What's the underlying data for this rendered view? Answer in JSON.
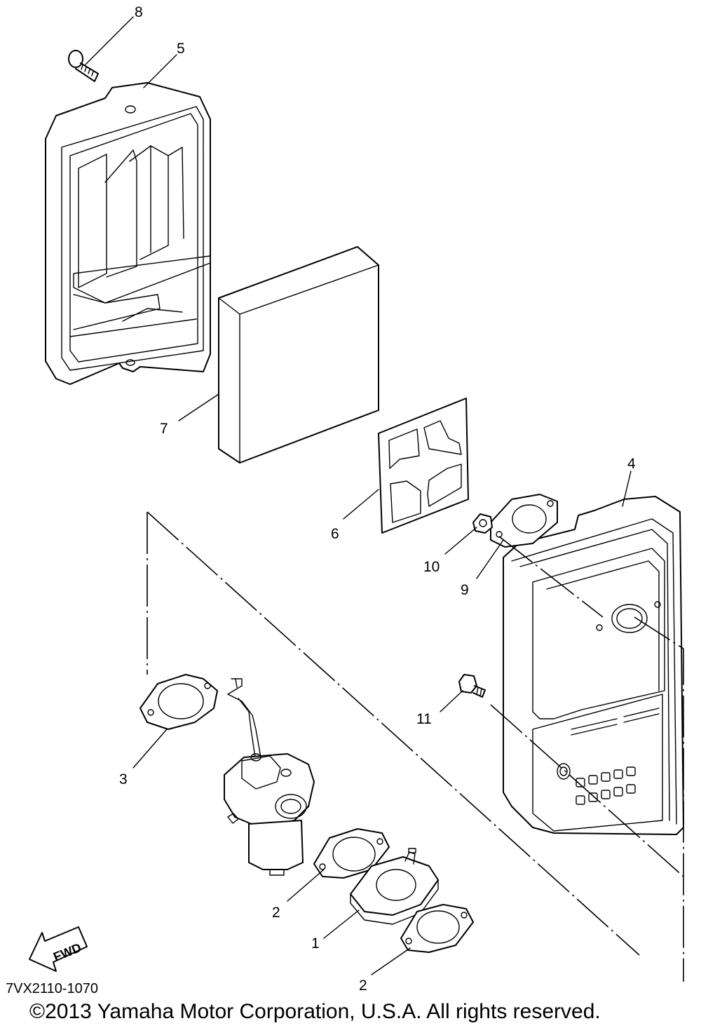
{
  "callouts": {
    "c1": "1",
    "c2a": "2",
    "c2b": "2",
    "c3": "3",
    "c4": "4",
    "c5": "5",
    "c6": "6",
    "c7": "7",
    "c8": "8",
    "c9": "9",
    "c10": "10",
    "c11": "11"
  },
  "fwd_label": "FWD",
  "diagram_code": "7VX2110-1070",
  "copyright": "©2013 Yamaha Motor Corporation, U.S.A. All rights reserved."
}
